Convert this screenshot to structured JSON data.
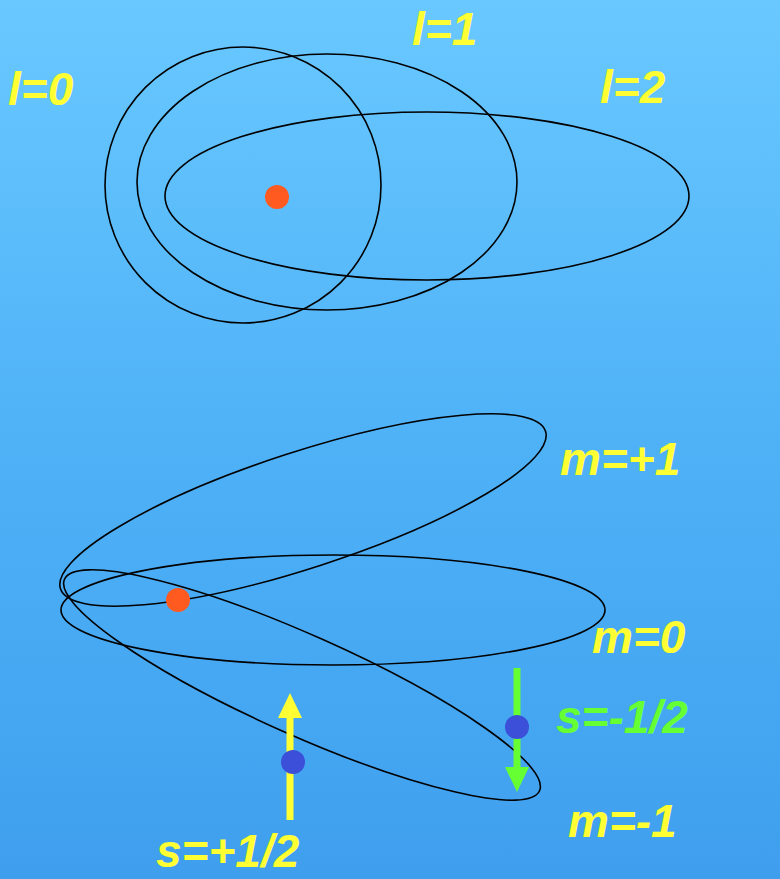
{
  "diagram": {
    "labels": [
      "l=1",
      "l=0",
      "l=2",
      "m=+1",
      "m=0",
      "s=-1/2",
      "m=-1",
      "s=+1/2"
    ]
  }
}
